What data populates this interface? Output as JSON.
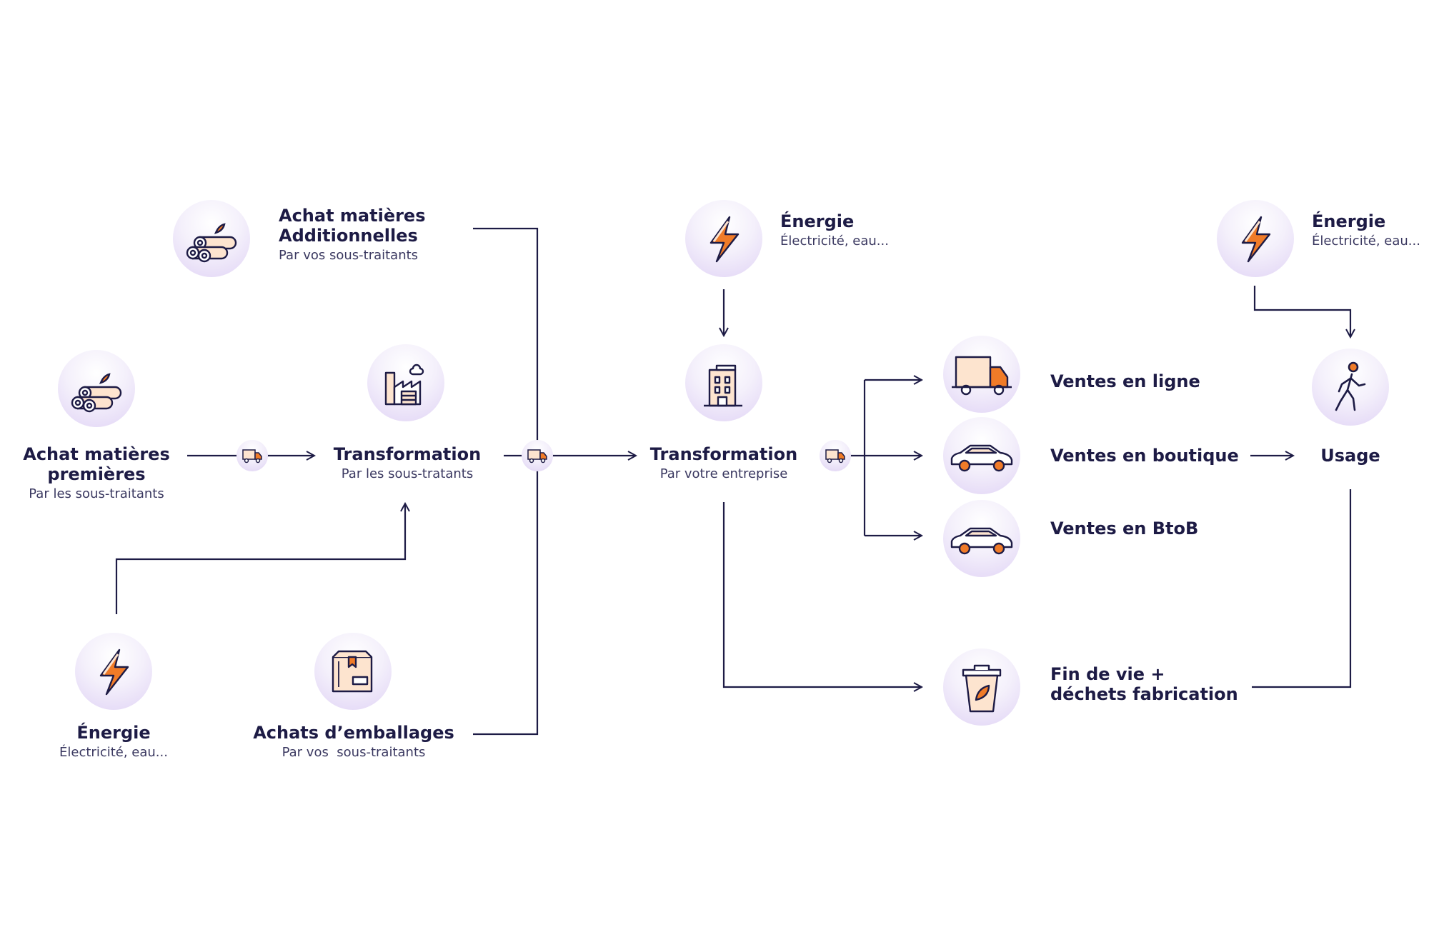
{
  "colors": {
    "line": "#1d1b45",
    "accent": "#f07b28",
    "halo": "#e0d3f5"
  },
  "nodes": {
    "achat_additionnelles": {
      "title": "Achat matières\nAdditionnelles",
      "subtitle": "Par vos sous-traitants",
      "icon": "logs-icon"
    },
    "energie_top": {
      "title": "Énergie",
      "subtitle": "Électricité, eau...",
      "icon": "lightning-icon"
    },
    "energie_right": {
      "title": "Énergie",
      "subtitle": "Électricité, eau...",
      "icon": "lightning-icon"
    },
    "achat_premieres": {
      "title": "Achat matières\npremières",
      "subtitle": "Par les sous-traitants",
      "icon": "logs-icon"
    },
    "transformation_sous": {
      "title": "Transformation",
      "subtitle": "Par les sous-tratants",
      "icon": "factory-icon"
    },
    "transformation_entreprise": {
      "title": "Transformation",
      "subtitle": "Par votre entreprise",
      "icon": "building-icon"
    },
    "ventes_ligne": {
      "title": "Ventes en ligne",
      "icon": "delivery-truck-icon"
    },
    "ventes_boutique": {
      "title": "Ventes en boutique",
      "icon": "car-icon"
    },
    "ventes_btob": {
      "title": "Ventes en BtoB",
      "icon": "car-icon"
    },
    "usage": {
      "title": "Usage",
      "icon": "walking-person-icon"
    },
    "energie_bottom": {
      "title": "Énergie",
      "subtitle": "Électricité, eau...",
      "icon": "lightning-icon"
    },
    "achats_emballages": {
      "title": "Achats d’emballages",
      "subtitle": "Par vos  sous-traitants",
      "icon": "box-icon"
    },
    "fin_de_vie": {
      "title": "Fin de vie +\ndéchets fabrication",
      "icon": "trash-bin-icon"
    }
  },
  "transport_markers": [
    "truck-icon",
    "truck-icon",
    "truck-icon"
  ]
}
